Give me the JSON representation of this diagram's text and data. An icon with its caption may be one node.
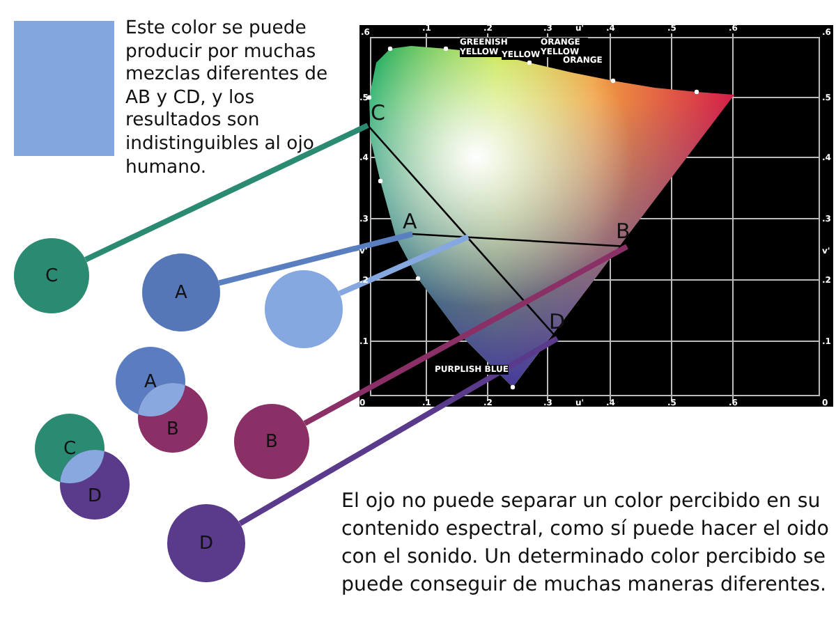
{
  "diagram": {
    "nodes": [
      {
        "text": [],
        "shape": "box",
        "beside": [
          "Este color se puede producir por muchas mezclas diferentes de AB y CD, y los resultados son indistinguibles al ojo humano."
        ]
      },
      {
        "text": [
          "C"
        ]
      },
      {
        "text": [
          "A"
        ]
      },
      {
        "text": [
          "B"
        ]
      },
      {
        "text": [
          "D"
        ]
      },
      {
        "text": [
          "C"
        ]
      },
      {
        "text": [
          "A"
        ]
      },
      {
        "text": [],
        "shape": "circle"
      },
      {
        "text": [
          "A"
        ]
      },
      {
        "text": [
          "B"
        ]
      },
      {
        "text": [
          "C"
        ]
      },
      {
        "text": [
          "D"
        ]
      },
      {
        "text": [
          "B"
        ]
      },
      {
        "text": [
          "D"
        ]
      }
    ],
    "edges": [
      {
        "from": 2,
        "to": 3,
        "arrow": "none"
      },
      {
        "from": 1,
        "to": 4,
        "arrow": "none"
      },
      {
        "from": 5,
        "to": 1,
        "arrow": "none",
        "color": "#2a8a72"
      },
      {
        "from": 6,
        "to": 2,
        "arrow": "none",
        "color": "#5a7fc0"
      },
      {
        "from": 7,
        "to": null,
        "arrow": "none",
        "color": "#86a8e0"
      },
      {
        "from": 12,
        "to": 3,
        "arrow": "none",
        "color": "#8a3066"
      },
      {
        "from": 13,
        "to": 4,
        "arrow": "none",
        "color": "#5a3a8a"
      }
    ],
    "labels": [
      ".6",
      ".1",
      ".2",
      ".3",
      "u'",
      ".4",
      ".5",
      ".6",
      ".6",
      "GREENISH YELLOW",
      "ORANGE YELLOW",
      "YELLOW",
      "ORANGE",
      ".5",
      ".5",
      ".4",
      ".4",
      ".3",
      ".3",
      "v'",
      "v'",
      ".2",
      ".2",
      ".1",
      ".1",
      "PURPLISH BLUE",
      "0",
      ".1",
      ".2",
      ".3",
      "u'",
      ".4",
      ".5",
      ".6",
      "0",
      "El ojo no puede separar un color percibido en su contenido espectral, como sí puede hacer el oido con el sonido. Un determinado color percibido se puede conseguir de muchas maneras diferentes."
    ]
  }
}
